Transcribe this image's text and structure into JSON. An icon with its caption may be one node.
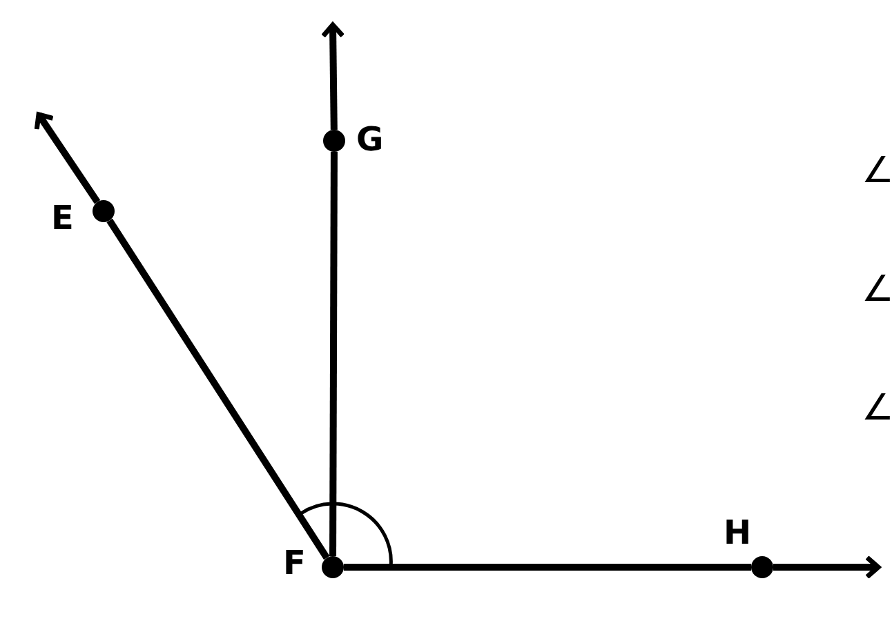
{
  "diagram": {
    "nodes": [
      {
        "text": [
          "E"
        ]
      },
      {
        "text": [
          "G"
        ]
      },
      {
        "text": [
          "H"
        ]
      },
      {
        "text": [
          "F"
        ]
      }
    ],
    "edges": [
      {
        "from": 3,
        "to": 0,
        "arrow": "none"
      },
      {
        "from": 0,
        "to": null,
        "arrow": "to"
      },
      {
        "from": 3,
        "to": 1,
        "arrow": "none"
      },
      {
        "from": 1,
        "to": null,
        "arrow": "to"
      },
      {
        "from": 3,
        "to": 2,
        "arrow": "none"
      },
      {
        "from": 2,
        "to": null,
        "arrow": "to"
      }
    ],
    "labels": [
      "∠",
      "∠",
      "∠"
    ]
  }
}
